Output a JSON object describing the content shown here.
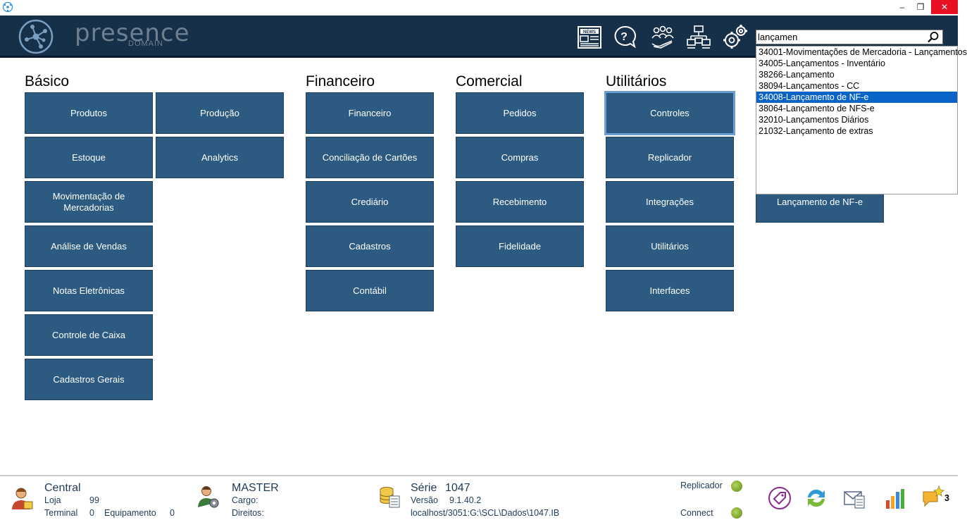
{
  "window": {
    "minimize_glyph": "–",
    "maximize_glyph": "❐",
    "close_glyph": "✕"
  },
  "brand": {
    "name": "presence",
    "subtitle": "DOMAIN"
  },
  "header_icons": [
    "news-icon",
    "help-icon",
    "users-icon",
    "network-icon",
    "settings-icon"
  ],
  "search": {
    "value": "lançamen",
    "results": [
      "34001-Movimentações de Mercadoria - Lançamentos",
      "34005-Lançamentos - Inventário",
      "38266-Lançamento",
      "38094-Lançamentos - CC",
      "34008-Lançamento de NF-e",
      "38064-Lançamento de NFS-e",
      "32010-Lançamentos Diários",
      "21032-Lançamento de extras"
    ],
    "selected_index": 4
  },
  "sections": {
    "basico": {
      "title": "Básico",
      "tiles": [
        "Produtos",
        "Produção",
        "Estoque",
        "Analytics",
        "Movimentação de Mercadorias",
        "Análise de Vendas",
        "Notas Eletrônicas",
        "Controle de Caixa",
        "Cadastros Gerais"
      ]
    },
    "financeiro": {
      "title": "Financeiro",
      "tiles": [
        "Financeiro",
        "Conciliação de Cartões",
        "Crediário",
        "Cadastros",
        "Contábil"
      ]
    },
    "comercial": {
      "title": "Comercial",
      "tiles": [
        "Pedidos",
        "Compras",
        "Recebimento",
        "Fidelidade"
      ]
    },
    "utilitarios": {
      "title": "Utilitários",
      "tiles": [
        "Controles",
        "Replicador",
        "Integrações",
        "Utilitários",
        "Interfaces"
      ]
    },
    "shortcut": {
      "tiles": [
        "Lançamento de NF-e"
      ]
    }
  },
  "status": {
    "store_name": "Central",
    "loja_label": "Loja",
    "loja_value": "99",
    "terminal_label": "Terminal",
    "terminal_value": "0",
    "equipamento_label": "Equipamento",
    "equipamento_value": "0",
    "user_name": "MASTER",
    "cargo_label": "Cargo:",
    "direitos_label": "Direitos:",
    "serie_label": "Série",
    "serie_value": "1047",
    "versao_label": "Versão",
    "versao_value": "9.1.40.2",
    "db_path": "localhost/3051:G:\\SCL\\Dados\\1047.IB",
    "replicador_label": "Replicador",
    "connect_label": "Connect",
    "notification_count": "3",
    "led_color": "#7fb02a"
  },
  "colors": {
    "header_bg": "#17304a",
    "tile_bg": "#2c5a80",
    "selection": "#0a64c8",
    "status_text": "#1f3b5a"
  }
}
